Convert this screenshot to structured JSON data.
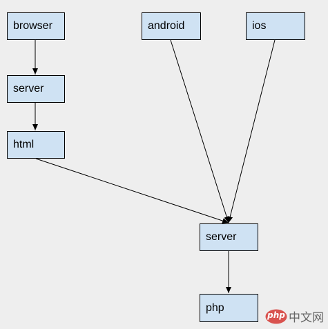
{
  "nodes": {
    "browser": "browser",
    "server_top": "server",
    "html": "html",
    "android": "android",
    "ios": "ios",
    "server_bottom": "server",
    "php": "php"
  },
  "watermark": {
    "badge": "php",
    "text": "中文网"
  },
  "colors": {
    "background": "#eeeeee",
    "node_fill": "#cfe2f3",
    "node_border": "#000000",
    "watermark_badge": "#d9534f"
  }
}
